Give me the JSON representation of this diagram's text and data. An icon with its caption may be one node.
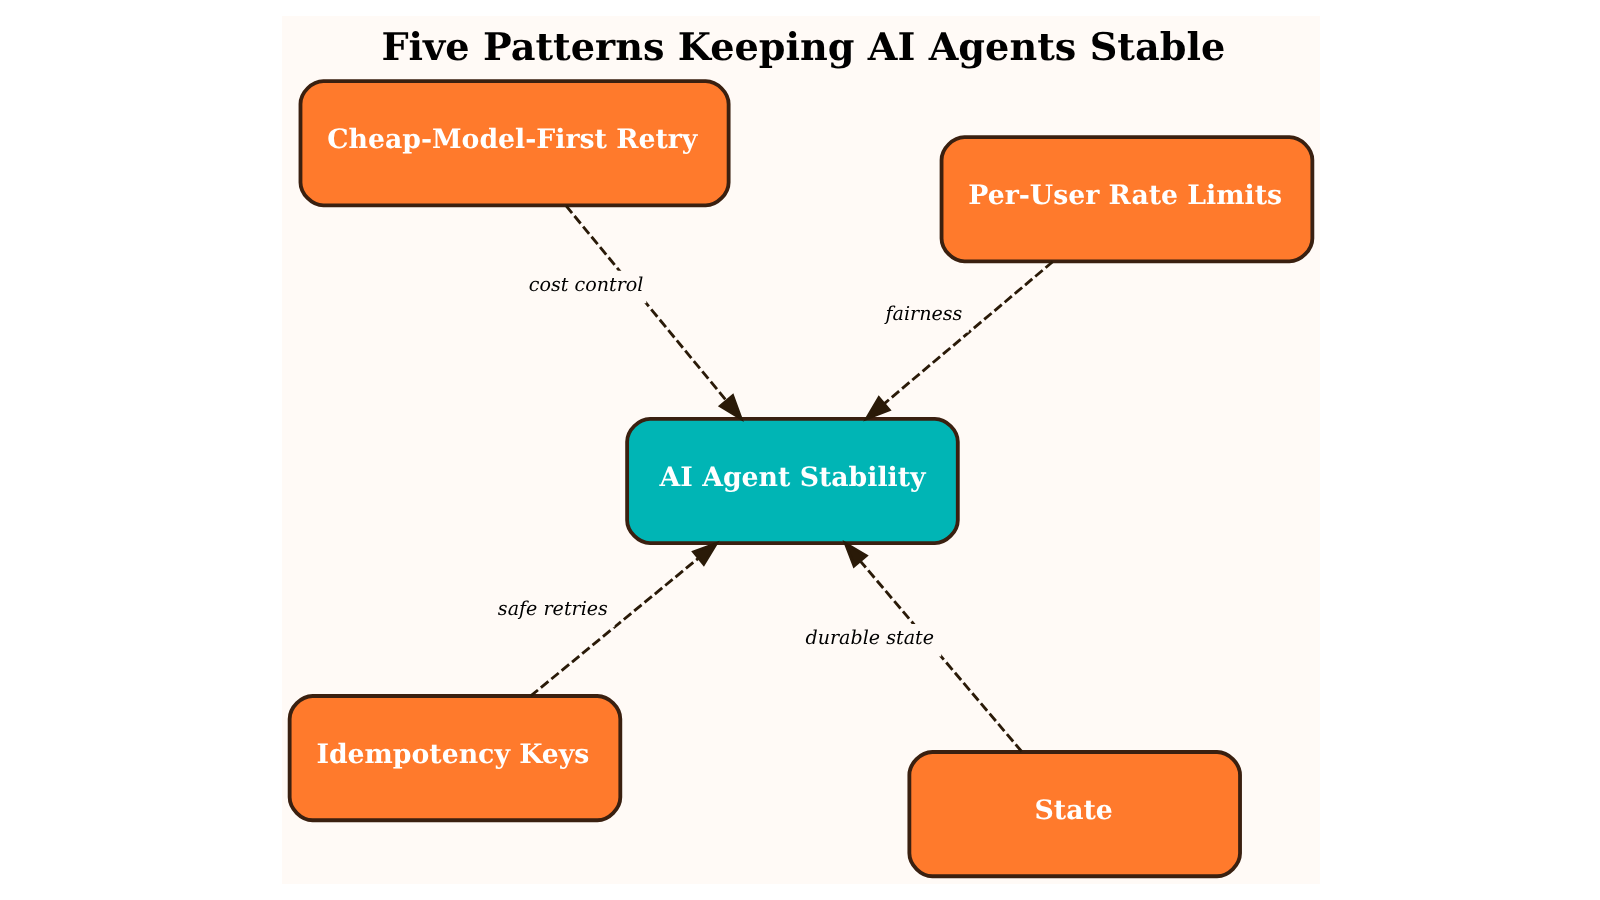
{
  "diagram": {
    "title": "Five Patterns Keeping AI Agents Stable",
    "nodes": [
      {
        "text": [
          "Idempotency Keys"
        ]
      },
      {
        "text": [
          "State"
        ]
      },
      {
        "text": [
          "AI Agent Stability"
        ]
      },
      {
        "text": [
          "Cheap-Model-First Retry"
        ]
      },
      {
        "text": [
          "Per-User Rate Limits"
        ]
      }
    ],
    "edges": [
      {
        "from": 0,
        "to": 2,
        "arrow": "to",
        "label": "safe retries",
        "style": "dashed"
      },
      {
        "from": 1,
        "to": 2,
        "arrow": "to",
        "label": "durable state",
        "style": "dashed"
      },
      {
        "from": 3,
        "to": 2,
        "arrow": "to",
        "label": "cost control",
        "style": "dashed"
      },
      {
        "from": 4,
        "to": 2,
        "arrow": "to",
        "label": "fairness",
        "style": "dashed"
      }
    ]
  }
}
